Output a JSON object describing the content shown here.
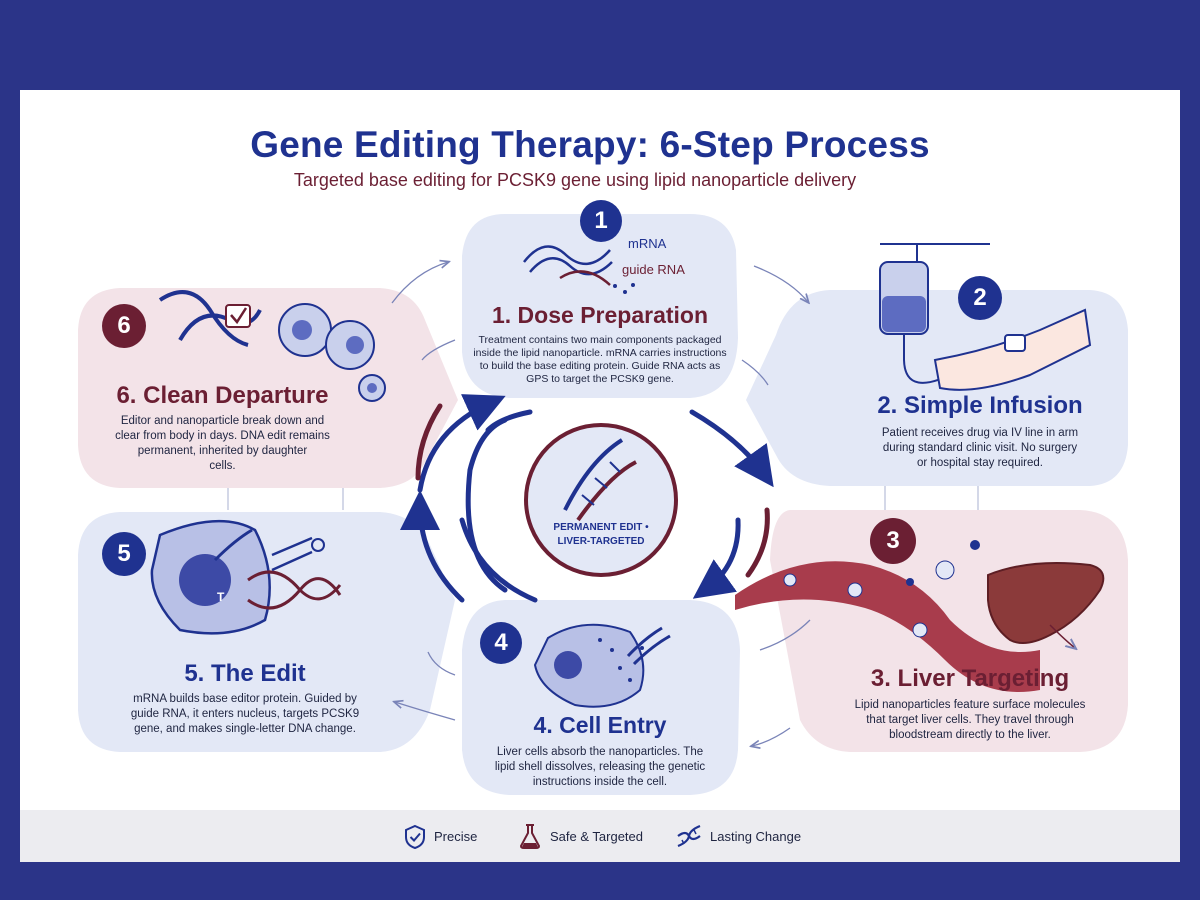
{
  "header": {
    "title": "Gene Editing Therapy: 6-Step Process",
    "subtitle": "Targeted base editing for PCSK9 gene using lipid nanoparticle delivery"
  },
  "center": {
    "line1": "PERMANENT EDIT •",
    "line2": "LIVER-TARGETED"
  },
  "steps": [
    {
      "number": "1",
      "title": "1. Dose Preparation",
      "desc": [
        "Treatment contains two main components packaged",
        "inside the lipid nanoparticle. mRNA carries instructions",
        "to build the base editing protein. Guide RNA acts as",
        "GPS to target the PCSK9 gene."
      ],
      "labels": [
        "mRNA",
        "guide RNA"
      ]
    },
    {
      "number": "2",
      "title": "2. Simple Infusion",
      "desc": [
        "Patient receives drug via IV line in arm",
        "during standard clinic visit. No surgery",
        "or hospital stay required."
      ]
    },
    {
      "number": "3",
      "title": "3. Liver Targeting",
      "desc": [
        "Lipid nanoparticles feature surface molecules",
        "that target liver cells. They travel through",
        "bloodstream directly to the liver."
      ]
    },
    {
      "number": "4",
      "title": "4. Cell Entry",
      "desc": [
        "Liver cells absorb the nanoparticles. The",
        "lipid shell dissolves, releasing the genetic",
        "instructions inside the cell."
      ]
    },
    {
      "number": "5",
      "title": "5. The Edit",
      "desc": [
        "mRNA builds base editor protein. Guided by",
        "guide RNA, it enters nucleus, targets PCSK9",
        "gene, and makes single-letter DNA change."
      ],
      "labels": [
        "T"
      ]
    },
    {
      "number": "6",
      "title": "6. Clean Departure",
      "desc": [
        "Editor and nanoparticle break down and",
        "clear from body in days. DNA edit remains",
        "permanent, inherited by daughter",
        "cells."
      ]
    }
  ],
  "footer": {
    "items": [
      {
        "label": "Precise",
        "icon": "shield-check-icon"
      },
      {
        "label": "Safe & Targeted",
        "icon": "flask-icon"
      },
      {
        "label": "Lasting Change",
        "icon": "dna-icon"
      }
    ]
  },
  "colors": {
    "navy": "#1f3290",
    "maroon": "#6b1f33",
    "panel_blue": "#e3e8f6",
    "panel_pink": "#f3e3e8",
    "frame": "#2b3488"
  }
}
